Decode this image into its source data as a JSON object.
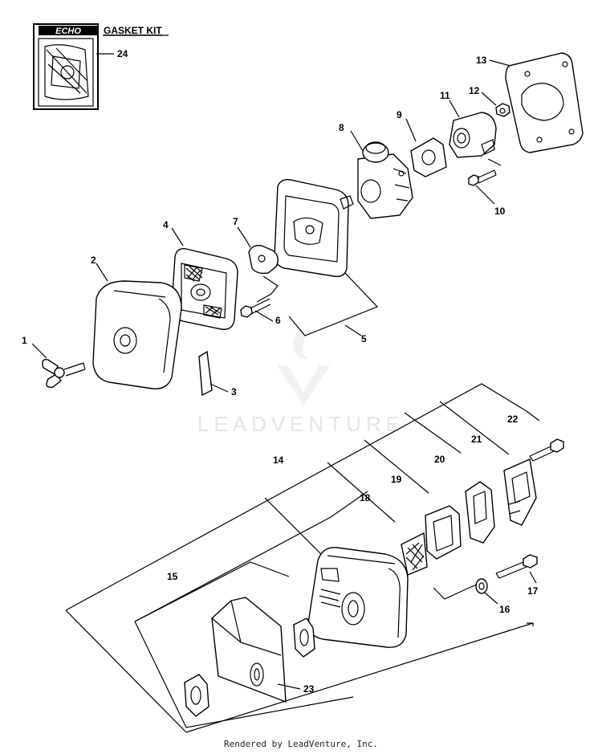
{
  "kit": {
    "brand": "ECHO",
    "title": "GASKET KIT",
    "number": "24"
  },
  "callouts": {
    "c1": "1",
    "c2": "2",
    "c3": "3",
    "c4": "4",
    "c5": "5",
    "c6": "6",
    "c7": "7",
    "c8": "8",
    "c9": "9",
    "c10": "10",
    "c11": "11",
    "c12": "12",
    "c13": "13",
    "c14": "14",
    "c15": "15",
    "c16": "16",
    "c17": "17",
    "c18": "18",
    "c19": "19",
    "c20": "20",
    "c21": "21",
    "c22": "22",
    "c23": "23"
  },
  "watermark": "LEADVENTURE",
  "footer": "Rendered by LeadVenture, Inc."
}
